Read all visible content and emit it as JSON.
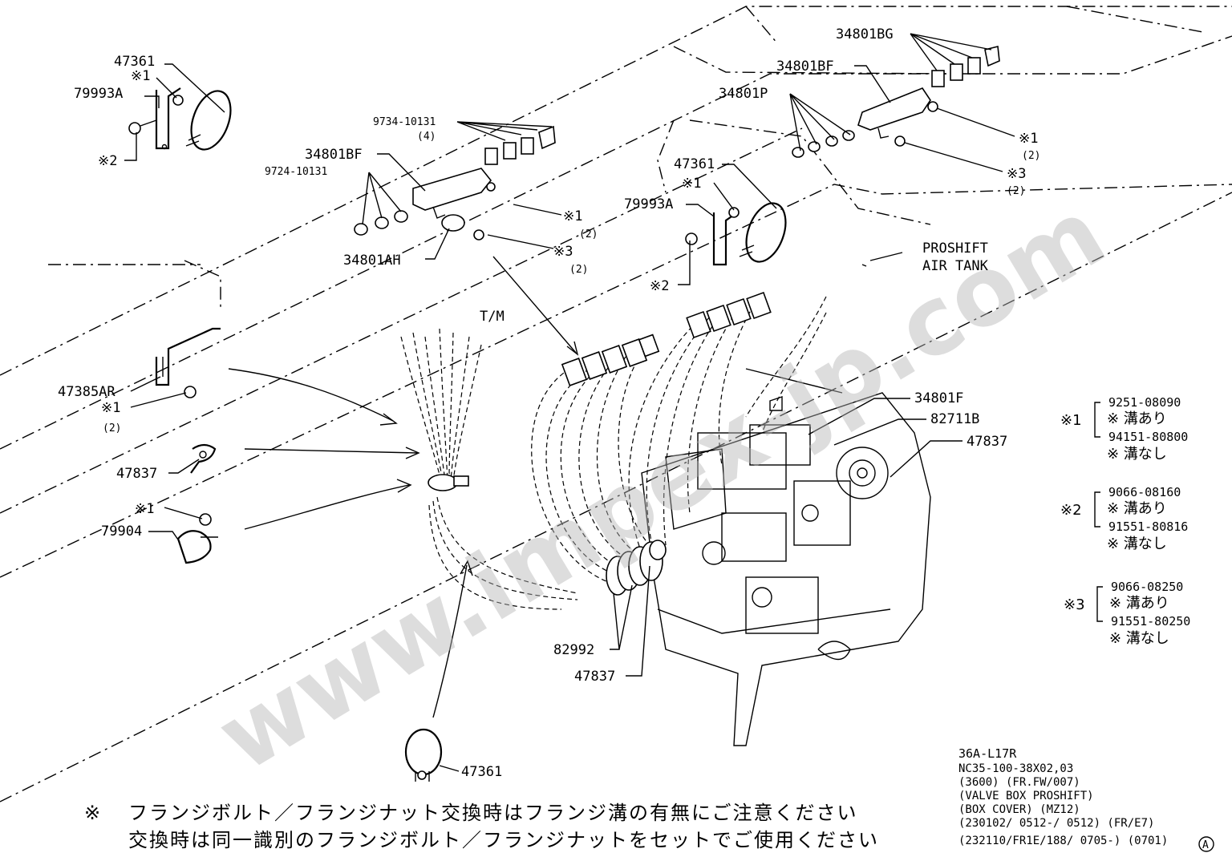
{
  "watermark": "www.impex-jp.com",
  "labels": {
    "p47361_tl": "47361",
    "k1_tl": "※1",
    "p79993a_tl": "79993A",
    "k2_tl": "※2",
    "p9734": "9734-10131",
    "p9734_qty": "(4)",
    "p34801bf_l": "34801BF",
    "p9724": "9724-10131",
    "k1_c": "※1",
    "k1_c_qty": "(2)",
    "k3_c": "※3",
    "k3_c_qty": "(2)",
    "p34801ah": "34801AH",
    "p34801bg": "34801BG",
    "p34801bf_r": "34801BF",
    "p34801p": "34801P",
    "k1_r": "※1",
    "k1_r_qty": "(2)",
    "k3_r": "※3",
    "k3_r_qty": "(2)",
    "p47361_m": "47361",
    "k1_m": "※1",
    "p79993a_m": "79993A",
    "k2_m": "※2",
    "proshift1": "PROSHIFT",
    "proshift2": "AIR TANK",
    "tm": "T/M",
    "p47385ar": "47385AR",
    "k1_l": "※1",
    "k1_l_qty": "(2)",
    "p47837_l": "47837",
    "k1_l2": "※1",
    "p79904": "79904",
    "p34801f": "34801F",
    "p82711b": "82711B",
    "p47837_r": "47837",
    "p82992": "82992",
    "p47837_b": "47837",
    "p47361_b": "47361"
  },
  "legend": [
    {
      "mark": "※1",
      "part_a": "9251-08090",
      "note_a": "※ 溝あり",
      "part_b": "94151-80800",
      "note_b": "※ 溝なし"
    },
    {
      "mark": "※2",
      "part_a": "9066-08160",
      "note_a": "※ 溝あり",
      "part_b": "91551-80816",
      "note_b": "※ 溝なし"
    },
    {
      "mark": "※3",
      "part_a": "9066-08250",
      "note_a": "※ 溝あり",
      "part_b": "91551-80250",
      "note_b": "※ 溝なし"
    }
  ],
  "ref": {
    "line1": "36A-L17R",
    "line2": "NC35-100-38X02,03",
    "line3": "(3600) (FR.FW/007)",
    "line4": "(VALVE BOX PROSHIFT)",
    "line5": "(BOX COVER) (MZ12)",
    "line6": "(230102/ 0512-/ 0512) (FR/E7)",
    "line7": "(232110/FR1E/188/ 0705-) (0701)",
    "circle": "A"
  },
  "notes": {
    "mark": "※",
    "line1": "フランジボルト／フランジナット交換時はフランジ溝の有無にご注意ください",
    "line2": "交換時は同一識別のフランジボルト／フランジナットをセットでご使用ください"
  }
}
